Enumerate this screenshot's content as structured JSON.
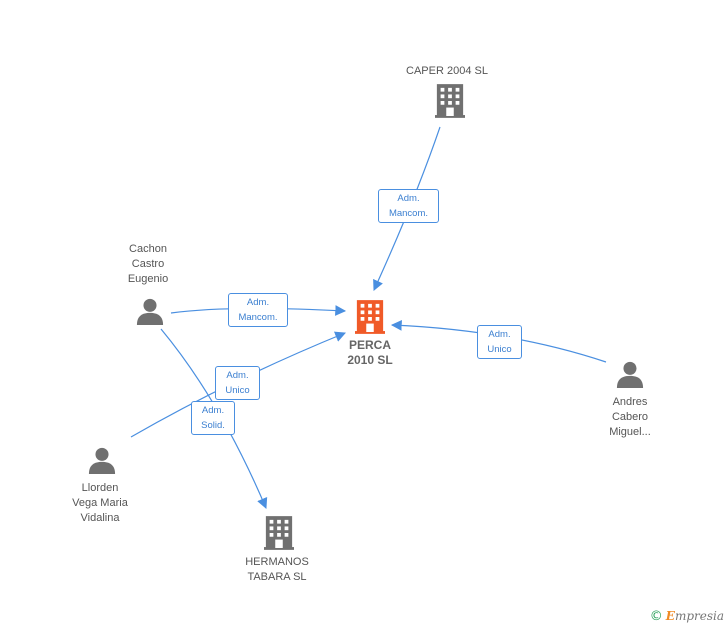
{
  "nodes": {
    "perca": {
      "label": "PERCA\n2010 SL",
      "type": "company",
      "highlight": true
    },
    "caper": {
      "label": "CAPER 2004  SL",
      "type": "company"
    },
    "hermanos": {
      "label": "HERMANOS\nTABARA SL",
      "type": "company"
    },
    "cachon": {
      "label": "Cachon\nCastro\nEugenio",
      "type": "person"
    },
    "llorden": {
      "label": "Llorden\nVega Maria\nVidalina",
      "type": "person"
    },
    "andres": {
      "label": "Andres\nCabero\nMiguel...",
      "type": "person"
    }
  },
  "edges": {
    "caper_perca": "Adm.\nMancom.",
    "cachon_perca": "Adm.\nMancom.",
    "llorden_perca": "Adm.\nUnico",
    "cachon_hermanos": "Adm.\nSolid.",
    "andres_perca": "Adm.\nUnico"
  },
  "colors": {
    "edge": "#4a8fe0",
    "company": "#707070",
    "company_highlight": "#f05a28",
    "person": "#707070"
  },
  "footer": {
    "copyright": "©",
    "brand_first": "E",
    "brand_rest": "mpresia"
  }
}
